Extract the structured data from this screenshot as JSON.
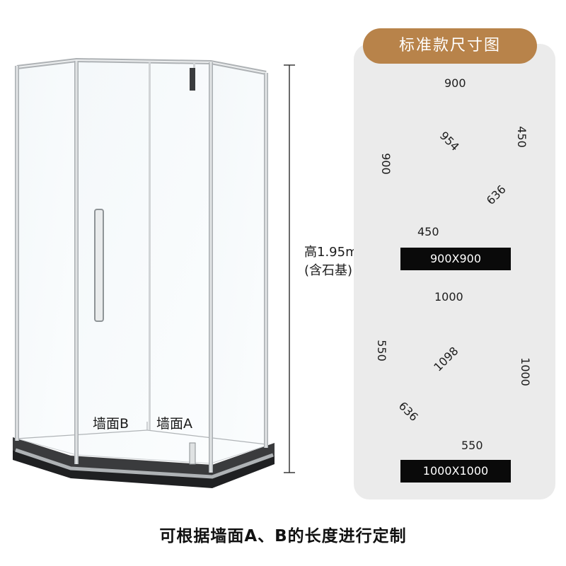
{
  "product": {
    "wall_b_label": "墙面B",
    "wall_a_label": "墙面A",
    "height_line1": "高1.95m",
    "height_line2": "(含石基)"
  },
  "spec_panel": {
    "title": "标准款尺寸图",
    "layout_900": {
      "top_width": "900",
      "left_height": "900",
      "diagonal": "954",
      "right_side": "450",
      "angled_side": "636",
      "bottom_side": "450",
      "size_tag": "900X900"
    },
    "layout_1000": {
      "top_width": "1000",
      "right_height": "1000",
      "diagonal": "1098",
      "left_side": "550",
      "angled_side": "636",
      "bottom_side": "550",
      "size_tag": "1000X1000"
    }
  },
  "caption": "可根据墙面A、B的长度进行定制",
  "colors": {
    "badge": "#b8834a",
    "panel": "#ebebeb",
    "frame": "#bfc3c6",
    "base": "#2e2f31",
    "glass_outline": "#5a5c5e"
  }
}
